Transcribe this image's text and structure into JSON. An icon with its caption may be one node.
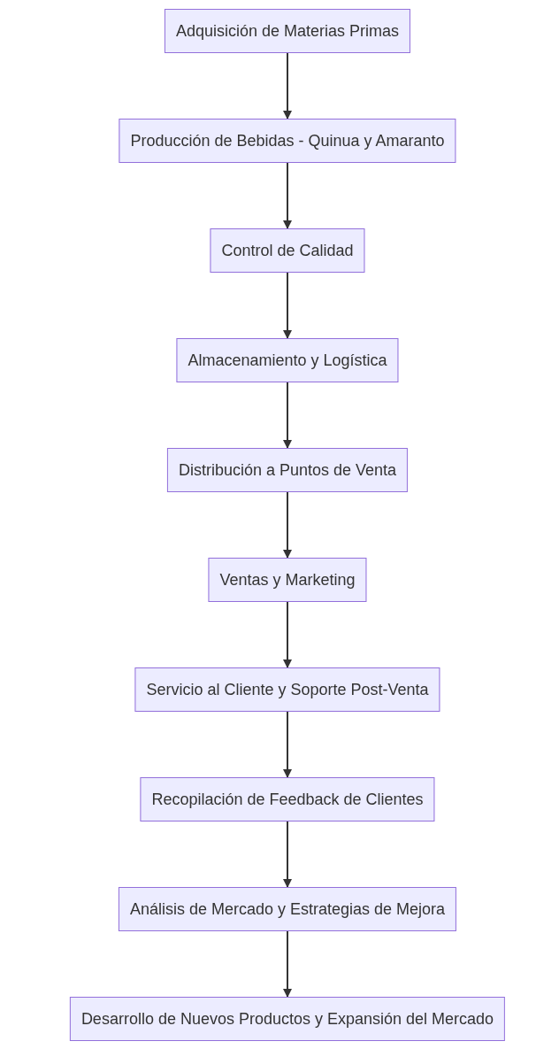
{
  "diagram": {
    "nodes": [
      {
        "text": [
          "Adquisición de Materias Primas"
        ]
      },
      {
        "text": [
          "Producción de Bebidas - Quinua y Amaranto"
        ]
      },
      {
        "text": [
          "Control de Calidad"
        ]
      },
      {
        "text": [
          "Almacenamiento y Logística"
        ]
      },
      {
        "text": [
          "Distribución a Puntos de Venta"
        ]
      },
      {
        "text": [
          "Ventas y Marketing"
        ]
      },
      {
        "text": [
          "Servicio al Cliente y Soporte Post-Venta"
        ]
      },
      {
        "text": [
          "Recopilación de Feedback de Clientes"
        ]
      },
      {
        "text": [
          "Análisis de Mercado y Estrategias de Mejora"
        ]
      },
      {
        "text": [
          "Desarrollo de Nuevos Productos y Expansión del Mercado"
        ]
      }
    ],
    "edges": [
      {
        "from": 0,
        "to": 1,
        "arrow": "to"
      },
      {
        "from": 1,
        "to": 2,
        "arrow": "to"
      },
      {
        "from": 2,
        "to": 3,
        "arrow": "to"
      },
      {
        "from": 3,
        "to": 4,
        "arrow": "to"
      },
      {
        "from": 4,
        "to": 5,
        "arrow": "to"
      },
      {
        "from": 5,
        "to": 6,
        "arrow": "to"
      },
      {
        "from": 6,
        "to": 7,
        "arrow": "to"
      },
      {
        "from": 7,
        "to": 8,
        "arrow": "to"
      },
      {
        "from": 8,
        "to": 9,
        "arrow": "to"
      }
    ]
  }
}
